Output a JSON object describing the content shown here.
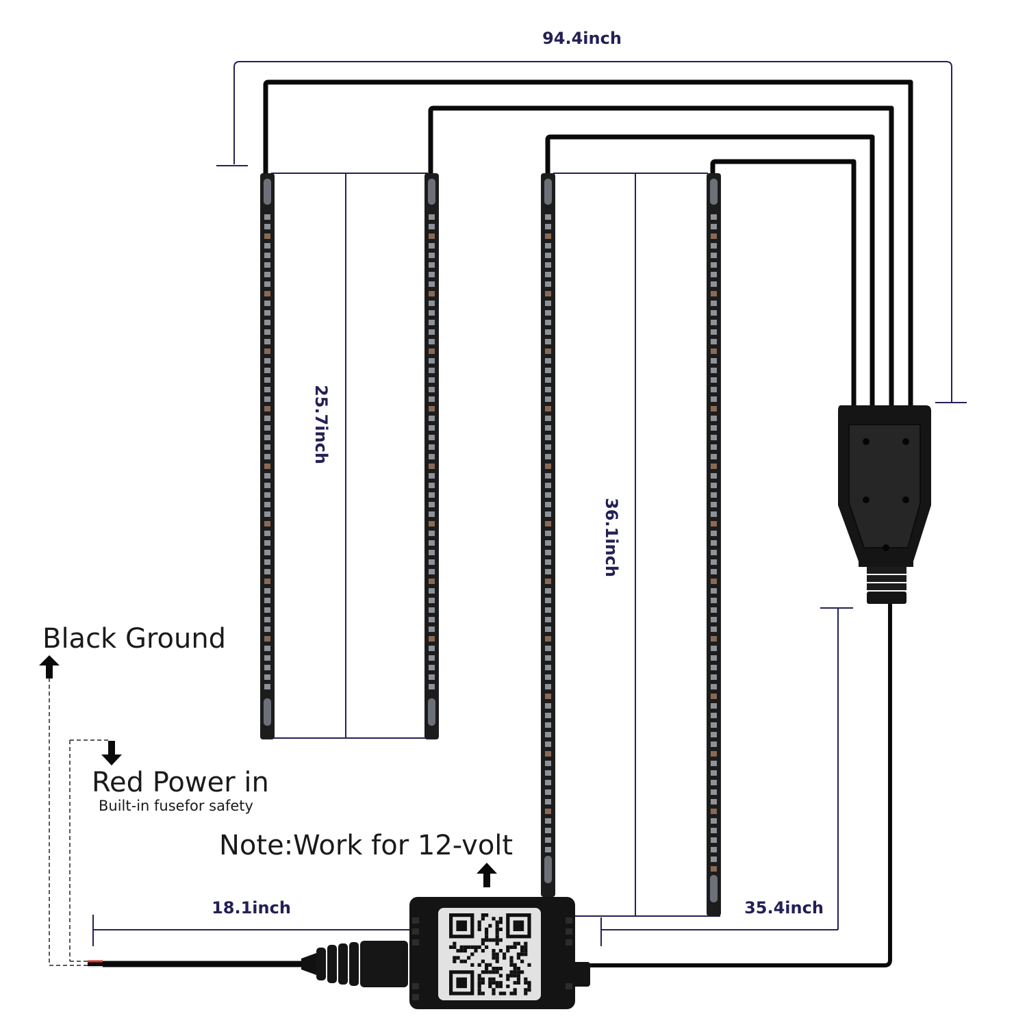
{
  "dimensions": {
    "total_length": "94.4inch",
    "short_strip": "25.7inch",
    "long_strip": "36.1inch",
    "power_cable": "18.1inch",
    "connector_cable": "35.4inch"
  },
  "labels": {
    "black_ground": "Black Ground",
    "red_power": "Red Power in",
    "fuse_note": "Built-in fusefor safety",
    "voltage_note": "Note:Work for 12-volt"
  },
  "colors": {
    "dimension_line": "#232055",
    "wire": "#0a0a0a",
    "strip": "#1c1c1c",
    "connector": "#141414"
  },
  "icons": [
    "arrow-up-icon",
    "arrow-down-icon",
    "qr-code-icon"
  ]
}
